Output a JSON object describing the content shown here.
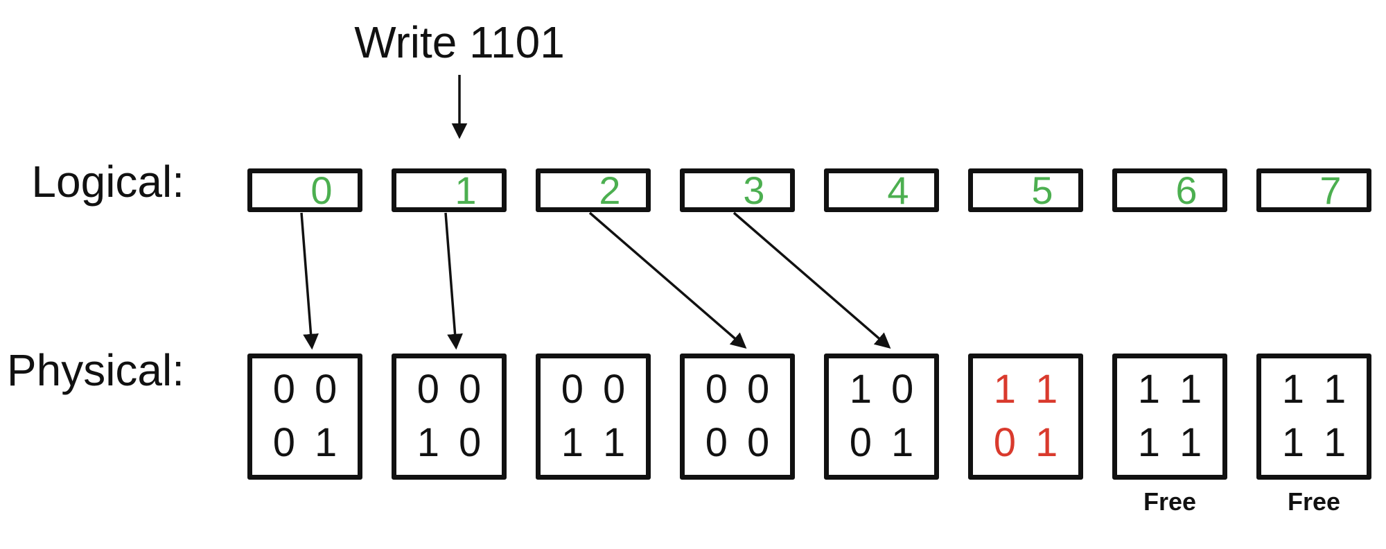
{
  "write": {
    "label": "Write 1101",
    "target_block": 1
  },
  "rows": {
    "logical_label": "Logical:",
    "physical_label": "Physical:"
  },
  "logical_blocks": [
    "0",
    "1",
    "2",
    "3",
    "4",
    "5",
    "6",
    "7"
  ],
  "physical_blocks": [
    {
      "bits": [
        [
          "0",
          "0"
        ],
        [
          "0",
          "1"
        ]
      ]
    },
    {
      "bits": [
        [
          "0",
          "0"
        ],
        [
          "1",
          "0"
        ]
      ]
    },
    {
      "bits": [
        [
          "0",
          "0"
        ],
        [
          "1",
          "1"
        ]
      ]
    },
    {
      "bits": [
        [
          "0",
          "0"
        ],
        [
          "0",
          "0"
        ]
      ]
    },
    {
      "bits": [
        [
          "1",
          "0"
        ],
        [
          "0",
          "1"
        ]
      ]
    },
    {
      "bits": [
        [
          "1",
          "1"
        ],
        [
          "0",
          "1"
        ]
      ],
      "highlighted": true
    },
    {
      "bits": [
        [
          "1",
          "1"
        ],
        [
          "1",
          "1"
        ]
      ],
      "free_label": "Free"
    },
    {
      "bits": [
        [
          "1",
          "1"
        ],
        [
          "1",
          "1"
        ]
      ],
      "free_label": "Free"
    }
  ],
  "mappings": [
    {
      "logical": 0,
      "physical": 0
    },
    {
      "logical": 1,
      "physical": 1
    },
    {
      "logical": 2,
      "physical": 3
    },
    {
      "logical": 3,
      "physical": 4
    }
  ],
  "colors": {
    "block_number_green": "#4CAF50",
    "highlight_red": "#D93A2D",
    "line_black": "#111111"
  }
}
